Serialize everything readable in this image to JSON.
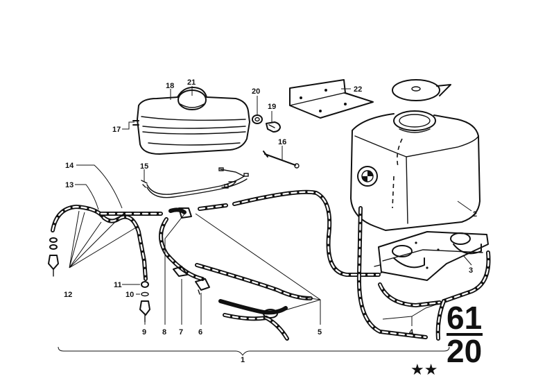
{
  "group_number": "61",
  "subgroup_number": "20",
  "stars": "★★",
  "callouts": [
    {
      "id": "c1",
      "text": "1"
    },
    {
      "id": "c2",
      "text": "2"
    },
    {
      "id": "c3",
      "text": "3"
    },
    {
      "id": "c4",
      "text": "4"
    },
    {
      "id": "c5",
      "text": "5"
    },
    {
      "id": "c6",
      "text": "6"
    },
    {
      "id": "c7",
      "text": "7"
    },
    {
      "id": "c8",
      "text": "8"
    },
    {
      "id": "c9",
      "text": "9"
    },
    {
      "id": "c10",
      "text": "10"
    },
    {
      "id": "c11",
      "text": "11"
    },
    {
      "id": "c12",
      "text": "12"
    },
    {
      "id": "c13",
      "text": "13"
    },
    {
      "id": "c14",
      "text": "14"
    },
    {
      "id": "c15",
      "text": "15"
    },
    {
      "id": "c16",
      "text": "16"
    },
    {
      "id": "c17",
      "text": "17"
    },
    {
      "id": "c18",
      "text": "18"
    },
    {
      "id": "c19",
      "text": "19"
    },
    {
      "id": "c20",
      "text": "20"
    },
    {
      "id": "c21",
      "text": "21"
    },
    {
      "id": "c22",
      "text": "22"
    }
  ]
}
